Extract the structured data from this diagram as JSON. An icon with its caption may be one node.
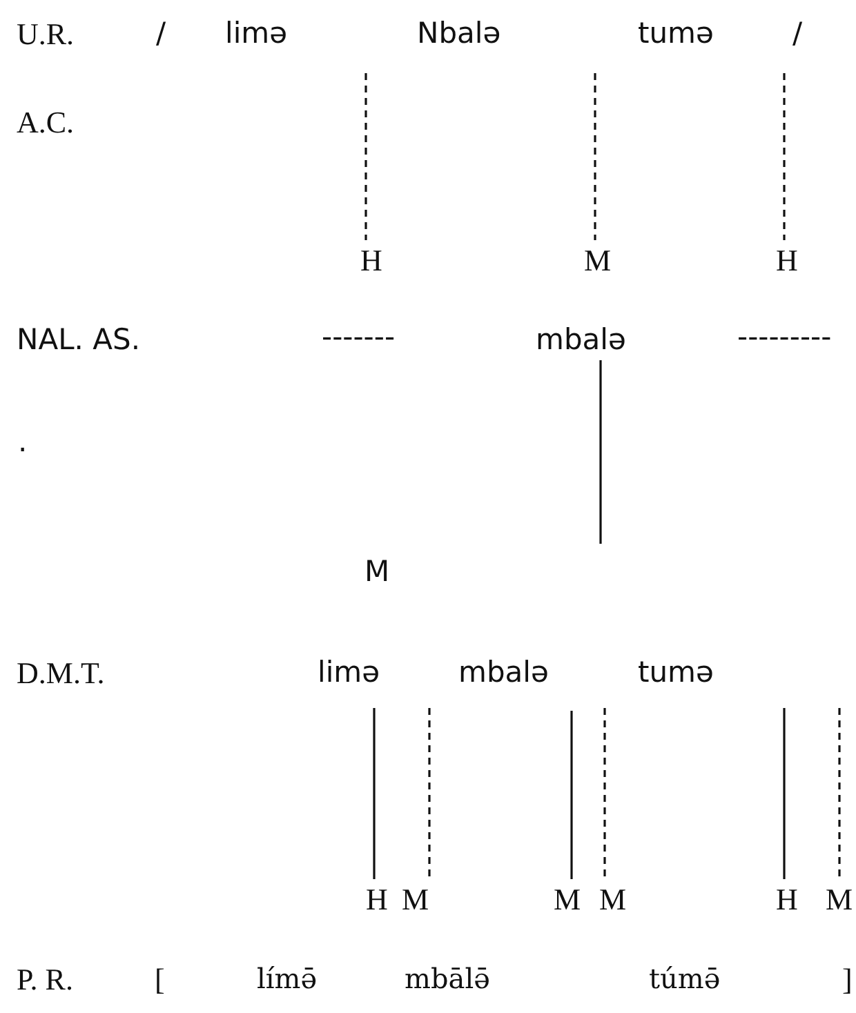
{
  "diagram": {
    "nodes": [
      {
        "text": [
          "H"
        ]
      },
      {
        "text": [
          "M"
        ]
      },
      {
        "text": [
          "H"
        ]
      },
      {
        "text": [
          "mbalə"
        ]
      },
      {
        "text": [
          "H"
        ]
      },
      {
        "text": [
          "M"
        ]
      },
      {
        "text": [
          "M"
        ]
      },
      {
        "text": [
          "M"
        ]
      },
      {
        "text": [
          "H"
        ]
      },
      {
        "text": [
          "M"
        ]
      }
    ],
    "edges": [
      {
        "from": null,
        "to": 0,
        "arrow": "none",
        "style": "dashed"
      },
      {
        "from": null,
        "to": 1,
        "arrow": "none",
        "style": "dashed"
      },
      {
        "from": null,
        "to": 2,
        "arrow": "none",
        "style": "dashed"
      },
      {
        "from": 3,
        "to": null,
        "arrow": "none"
      },
      {
        "from": null,
        "to": 4,
        "arrow": "none"
      },
      {
        "from": null,
        "to": 5,
        "arrow": "none",
        "style": "dashed"
      },
      {
        "from": null,
        "to": 6,
        "arrow": "none"
      },
      {
        "from": null,
        "to": 7,
        "arrow": "none",
        "style": "dashed"
      },
      {
        "from": null,
        "to": 8,
        "arrow": "none"
      },
      {
        "from": null,
        "to": 9,
        "arrow": "none",
        "style": "dashed"
      }
    ],
    "labels": [
      "U.R.",
      "/",
      "limə",
      "Nbalə",
      "tumə",
      "/",
      "A.C.",
      "NAL. AS.",
      "-------",
      "---------",
      ".",
      "M",
      "D.M.T.",
      "limə",
      "mbalə",
      "tumə",
      "P. R.",
      "[",
      "límə̄",
      "mbālə̄",
      "túmə̄",
      "]"
    ]
  }
}
